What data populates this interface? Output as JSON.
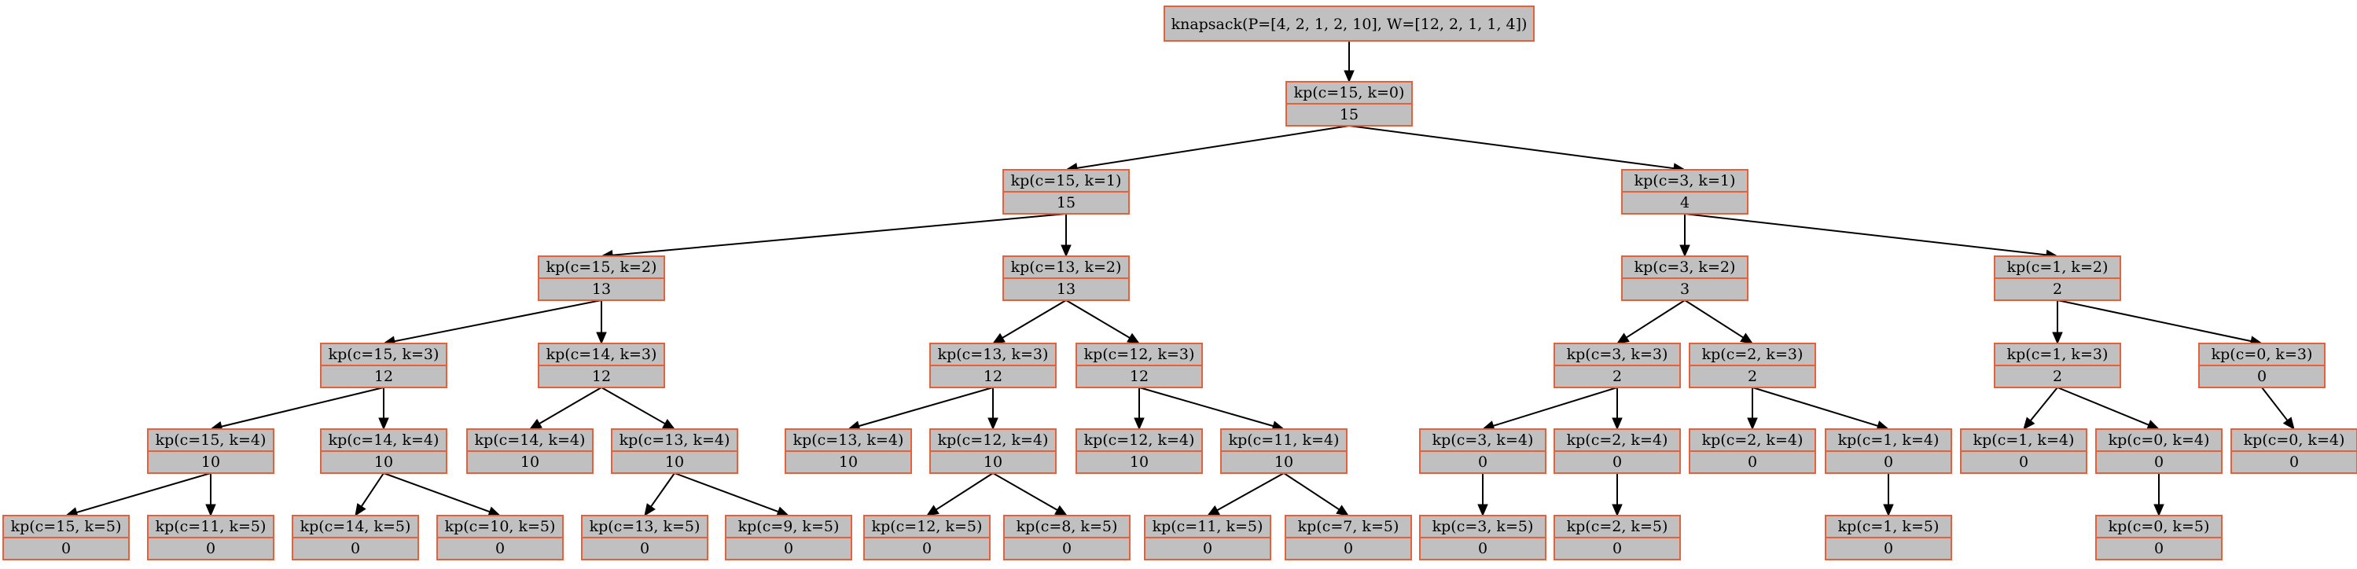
{
  "root": {
    "label": "knapsack(P=[4, 2, 1, 2, 10], W=[12, 2, 1, 1, 4])"
  },
  "nodes": [
    {
      "id": "n0",
      "label": "kp(c=15, k=0)",
      "value": "15"
    },
    {
      "id": "n1",
      "label": "kp(c=15, k=1)",
      "value": "15"
    },
    {
      "id": "n2",
      "label": "kp(c=3, k=1)",
      "value": "4"
    },
    {
      "id": "n3",
      "label": "kp(c=15, k=2)",
      "value": "13"
    },
    {
      "id": "n4",
      "label": "kp(c=13, k=2)",
      "value": "13"
    },
    {
      "id": "n5",
      "label": "kp(c=3, k=2)",
      "value": "3"
    },
    {
      "id": "n6",
      "label": "kp(c=1, k=2)",
      "value": "2"
    },
    {
      "id": "n7",
      "label": "kp(c=15, k=3)",
      "value": "12"
    },
    {
      "id": "n8",
      "label": "kp(c=14, k=3)",
      "value": "12"
    },
    {
      "id": "n9",
      "label": "kp(c=13, k=3)",
      "value": "12"
    },
    {
      "id": "n10",
      "label": "kp(c=12, k=3)",
      "value": "12"
    },
    {
      "id": "n11",
      "label": "kp(c=3, k=3)",
      "value": "2"
    },
    {
      "id": "n12",
      "label": "kp(c=2, k=3)",
      "value": "2"
    },
    {
      "id": "n13",
      "label": "kp(c=1, k=3)",
      "value": "2"
    },
    {
      "id": "n14",
      "label": "kp(c=0, k=3)",
      "value": "0"
    },
    {
      "id": "n15",
      "label": "kp(c=15, k=4)",
      "value": "10"
    },
    {
      "id": "n16",
      "label": "kp(c=14, k=4)",
      "value": "10"
    },
    {
      "id": "n17",
      "label": "kp(c=14, k=4)",
      "value": "10"
    },
    {
      "id": "n18",
      "label": "kp(c=13, k=4)",
      "value": "10"
    },
    {
      "id": "n19",
      "label": "kp(c=13, k=4)",
      "value": "10"
    },
    {
      "id": "n20",
      "label": "kp(c=12, k=4)",
      "value": "10"
    },
    {
      "id": "n21",
      "label": "kp(c=12, k=4)",
      "value": "10"
    },
    {
      "id": "n22",
      "label": "kp(c=11, k=4)",
      "value": "10"
    },
    {
      "id": "n23",
      "label": "kp(c=3, k=4)",
      "value": "0"
    },
    {
      "id": "n24",
      "label": "kp(c=2, k=4)",
      "value": "0"
    },
    {
      "id": "n25",
      "label": "kp(c=2, k=4)",
      "value": "0"
    },
    {
      "id": "n26",
      "label": "kp(c=1, k=4)",
      "value": "0"
    },
    {
      "id": "n27",
      "label": "kp(c=1, k=4)",
      "value": "0"
    },
    {
      "id": "n28",
      "label": "kp(c=0, k=4)",
      "value": "0"
    },
    {
      "id": "n29",
      "label": "kp(c=0, k=4)",
      "value": "0"
    },
    {
      "id": "n30",
      "label": "kp(c=15, k=5)",
      "value": "0"
    },
    {
      "id": "n31",
      "label": "kp(c=11, k=5)",
      "value": "0"
    },
    {
      "id": "n32",
      "label": "kp(c=14, k=5)",
      "value": "0"
    },
    {
      "id": "n33",
      "label": "kp(c=10, k=5)",
      "value": "0"
    },
    {
      "id": "n34",
      "label": "kp(c=13, k=5)",
      "value": "0"
    },
    {
      "id": "n35",
      "label": "kp(c=9, k=5)",
      "value": "0"
    },
    {
      "id": "n36",
      "label": "kp(c=12, k=5)",
      "value": "0"
    },
    {
      "id": "n37",
      "label": "kp(c=8, k=5)",
      "value": "0"
    },
    {
      "id": "n38",
      "label": "kp(c=11, k=5)",
      "value": "0"
    },
    {
      "id": "n39",
      "label": "kp(c=7, k=5)",
      "value": "0"
    },
    {
      "id": "n40",
      "label": "kp(c=3, k=5)",
      "value": "0"
    },
    {
      "id": "n41",
      "label": "kp(c=2, k=5)",
      "value": "0"
    },
    {
      "id": "n42",
      "label": "kp(c=1, k=5)",
      "value": "0"
    },
    {
      "id": "n43",
      "label": "kp(c=0, k=5)",
      "value": "0"
    }
  ],
  "edges": [
    [
      "root",
      "n0"
    ],
    [
      "n0",
      "n1"
    ],
    [
      "n0",
      "n2"
    ],
    [
      "n1",
      "n3"
    ],
    [
      "n1",
      "n4"
    ],
    [
      "n2",
      "n5"
    ],
    [
      "n2",
      "n6"
    ],
    [
      "n3",
      "n7"
    ],
    [
      "n3",
      "n8"
    ],
    [
      "n4",
      "n9"
    ],
    [
      "n4",
      "n10"
    ],
    [
      "n5",
      "n11"
    ],
    [
      "n5",
      "n12"
    ],
    [
      "n6",
      "n13"
    ],
    [
      "n6",
      "n14"
    ],
    [
      "n7",
      "n15"
    ],
    [
      "n7",
      "n16"
    ],
    [
      "n8",
      "n17"
    ],
    [
      "n8",
      "n18"
    ],
    [
      "n9",
      "n19"
    ],
    [
      "n9",
      "n20"
    ],
    [
      "n10",
      "n21"
    ],
    [
      "n10",
      "n22"
    ],
    [
      "n11",
      "n23"
    ],
    [
      "n11",
      "n24"
    ],
    [
      "n12",
      "n25"
    ],
    [
      "n12",
      "n26"
    ],
    [
      "n13",
      "n27"
    ],
    [
      "n13",
      "n28"
    ],
    [
      "n14",
      "n29"
    ],
    [
      "n15",
      "n30"
    ],
    [
      "n15",
      "n31"
    ],
    [
      "n16",
      "n32"
    ],
    [
      "n16",
      "n33"
    ],
    [
      "n18",
      "n34"
    ],
    [
      "n18",
      "n35"
    ],
    [
      "n20",
      "n36"
    ],
    [
      "n20",
      "n37"
    ],
    [
      "n22",
      "n38"
    ],
    [
      "n22",
      "n39"
    ],
    [
      "n23",
      "n40"
    ],
    [
      "n24",
      "n41"
    ],
    [
      "n26",
      "n42"
    ],
    [
      "n28",
      "n43"
    ]
  ],
  "colors": {
    "node_fill": "#c0c0c0",
    "node_border": "#e8603a",
    "edge": "#000000",
    "text": "#000000"
  }
}
